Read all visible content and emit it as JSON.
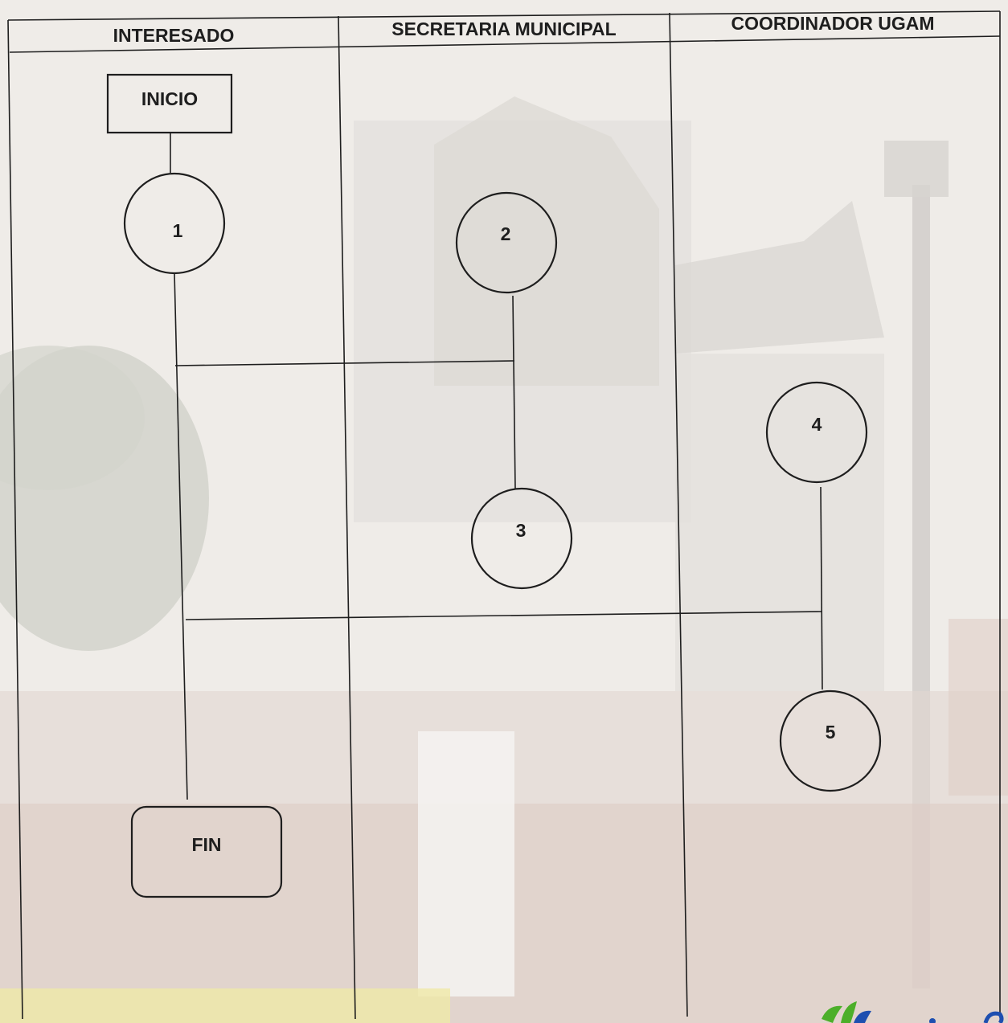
{
  "lanes": [
    {
      "title": "INTERESADO"
    },
    {
      "title": "SECRETARIA MUNICIPAL"
    },
    {
      "title": "COORDINADOR UGAM"
    }
  ],
  "nodes": {
    "start": "INICIO",
    "end": "FIN",
    "step_1": "1",
    "step_2": "2",
    "step_3": "3",
    "step_4": "4",
    "step_5": "5"
  },
  "colors": {
    "line": "#1e1e1e",
    "background": "#efece8",
    "logo_green": "#4caf2a",
    "logo_blue": "#1e4fb0"
  }
}
